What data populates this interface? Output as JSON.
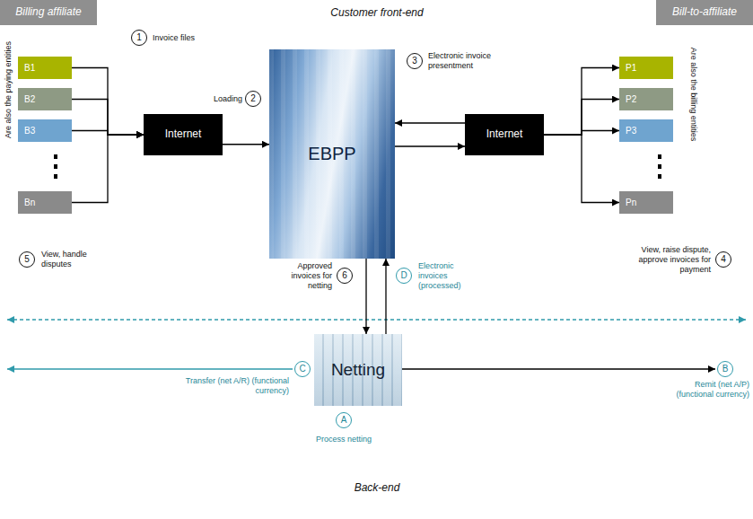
{
  "diagram": {
    "nodes": [
      {
        "text": [
          "Billing affiliate"
        ]
      },
      {
        "text": [
          "Bill-to-affiliate"
        ]
      },
      {
        "text": [
          "B1"
        ]
      },
      {
        "text": [
          "B2"
        ]
      },
      {
        "text": [
          "B3"
        ]
      },
      {
        "text": [
          "Bn"
        ]
      },
      {
        "text": [
          "Internet"
        ]
      },
      {
        "text": [
          "EBPP"
        ]
      },
      {
        "text": [
          "Internet"
        ]
      },
      {
        "text": [
          "P1"
        ]
      },
      {
        "text": [
          "P2"
        ]
      },
      {
        "text": [
          "P3"
        ]
      },
      {
        "text": [
          "Pn"
        ]
      },
      {
        "text": [
          "Netting"
        ]
      }
    ],
    "edges": [
      {
        "from": 2,
        "to": 6,
        "arrow": "to"
      },
      {
        "from": 3,
        "to": 6,
        "arrow": "to"
      },
      {
        "from": 4,
        "to": 6,
        "arrow": "to"
      },
      {
        "from": 5,
        "to": 6,
        "arrow": "to"
      },
      {
        "from": 6,
        "to": 7,
        "arrow": "to"
      },
      {
        "from": 8,
        "to": 7,
        "arrow": "to"
      },
      {
        "from": 7,
        "to": 8,
        "arrow": "to"
      },
      {
        "from": 8,
        "to": 9,
        "arrow": "to"
      },
      {
        "from": 8,
        "to": 10,
        "arrow": "to"
      },
      {
        "from": 8,
        "to": 11,
        "arrow": "to"
      },
      {
        "from": 8,
        "to": 12,
        "arrow": "to"
      },
      {
        "from": 7,
        "to": 13,
        "arrow": "to"
      },
      {
        "from": 13,
        "to": 7,
        "arrow": "to"
      }
    ],
    "labels": [
      "Customer front-end",
      "1",
      "Invoice files",
      "2",
      "Loading",
      "3",
      "Electronic invoice presentment",
      "Are also the paying entities",
      "Are also the billing entities",
      "5",
      "View, handle disputes",
      "4",
      "View, raise dispute, approve invoices for payment",
      "6",
      "Approved invoices for netting",
      "D",
      "Electronic invoices (processed)",
      "C",
      "Transfer (net A/R) (functional currency)",
      "B",
      "Remit (net A/P) (functional currency)",
      "A",
      "Process netting",
      "Back-end"
    ]
  }
}
